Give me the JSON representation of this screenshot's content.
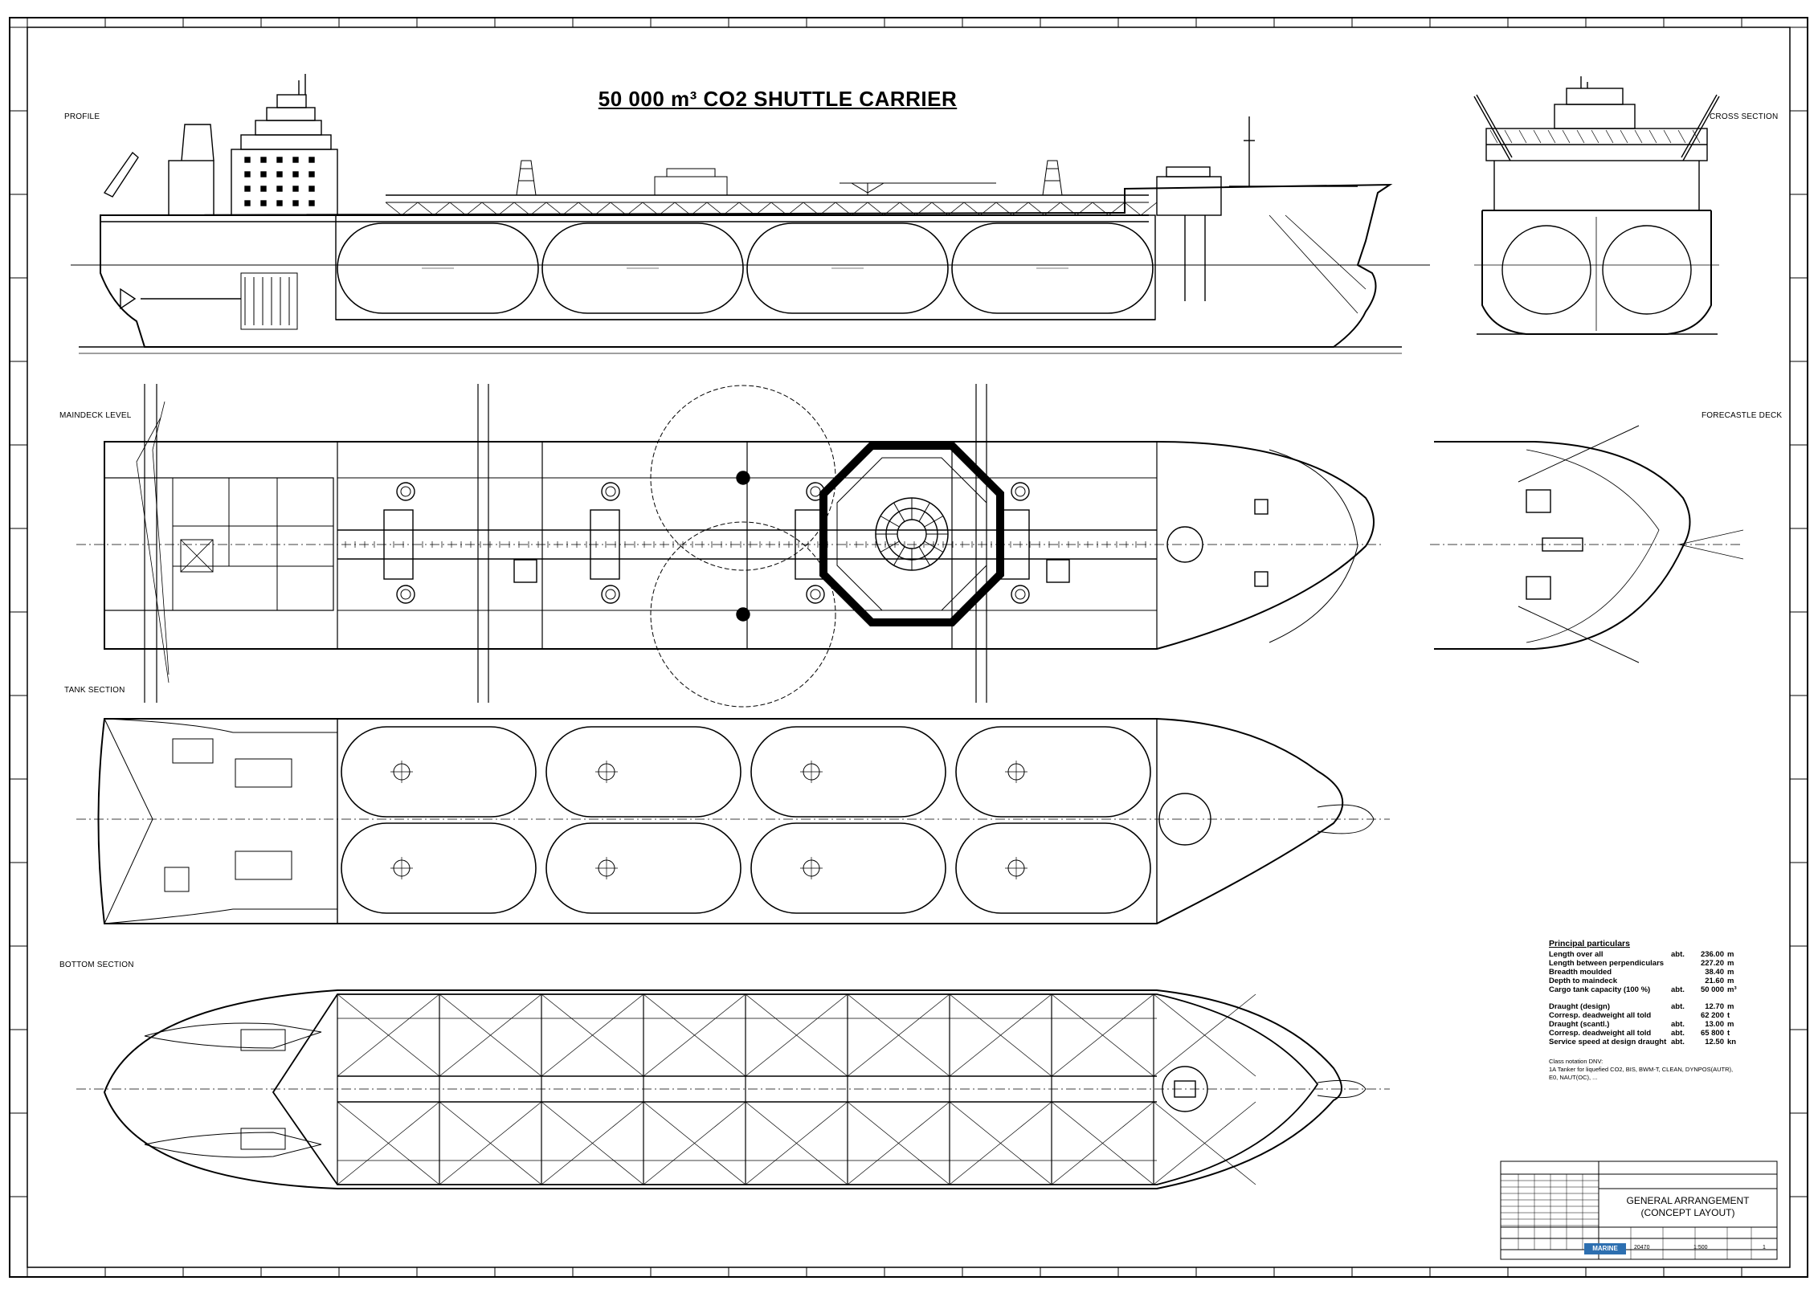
{
  "drawing": {
    "title": "50 000 m³ CO2 SHUTTLE CARRIER",
    "views": {
      "profile": "PROFILE",
      "cross_section": "CROSS SECTION",
      "maindeck_level": "MAINDECK LEVEL",
      "forecastle_deck": "FORECASTLE DECK",
      "tank_section": "TANK SECTION",
      "bottom_section": "BOTTOM SECTION"
    }
  },
  "principal_particulars": {
    "heading": "Principal particulars",
    "rows1": [
      {
        "label": "Length over all",
        "approx": "abt.",
        "value": "236.00",
        "unit": "m"
      },
      {
        "label": "Length between perpendiculars",
        "approx": "",
        "value": "227.20",
        "unit": "m"
      },
      {
        "label": "Breadth moulded",
        "approx": "",
        "value": "38.40",
        "unit": "m"
      },
      {
        "label": "Depth to maindeck",
        "approx": "",
        "value": "21.60",
        "unit": "m"
      },
      {
        "label": "Cargo tank capacity (100 %)",
        "approx": "abt.",
        "value": "50 000",
        "unit": "m³"
      }
    ],
    "rows2": [
      {
        "label": "Draught (design)",
        "approx": "abt.",
        "value": "12.70",
        "unit": "m"
      },
      {
        "label": "Corresp. deadweight all told",
        "approx": "",
        "value": "62 200",
        "unit": "t"
      },
      {
        "label": "Draught (scantl.)",
        "approx": "abt.",
        "value": "13.00",
        "unit": "m"
      },
      {
        "label": "Corresp. deadweight all told",
        "approx": "abt.",
        "value": "65 800",
        "unit": "t"
      },
      {
        "label": "Service speed at design draught",
        "approx": "abt.",
        "value": "12.50",
        "unit": "kn"
      }
    ],
    "class_heading": "Class notation DNV:",
    "class_text": "1A Tanker for liquefied CO2, BIS, BWM-T, CLEAN, DYNPOS(AUTR), E0, NAUT(OC), ..."
  },
  "title_block": {
    "general_title": "GENERAL ARRANGEMENT",
    "sub_title": "(CONCEPT LAYOUT)",
    "logo_text": "MARINE",
    "drawing_no": "20470",
    "scale": "1:500",
    "sheet": "1"
  },
  "colors": {
    "line": "#000000",
    "logo_blue": "#2d6fb0"
  }
}
